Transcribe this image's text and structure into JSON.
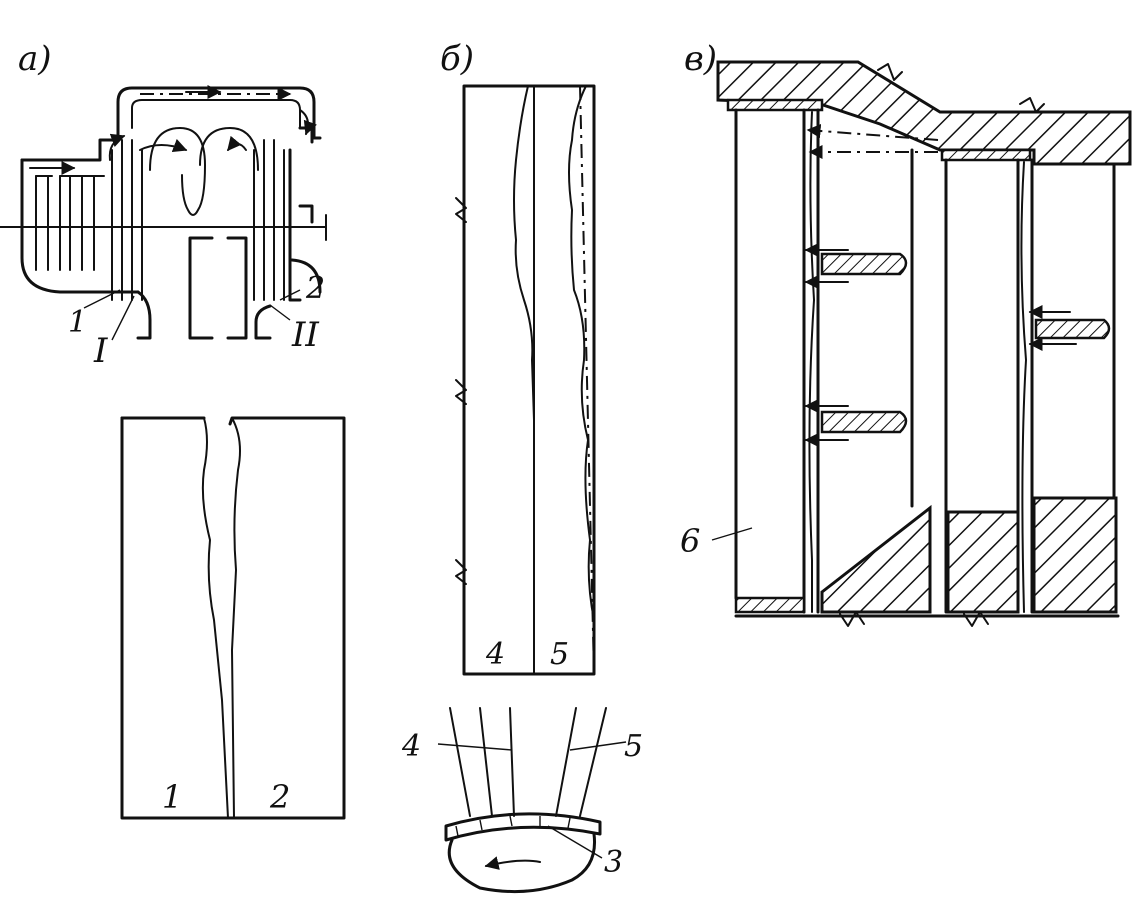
{
  "panels": {
    "a": {
      "label": "а)",
      "numerals": [
        "1",
        "2"
      ],
      "romans": [
        "I",
        "II"
      ],
      "strip_labels": [
        "1",
        "2"
      ]
    },
    "b": {
      "label": "б)",
      "strip_labels": [
        "4",
        "5"
      ],
      "detail_labels": [
        "4",
        "5",
        "3"
      ]
    },
    "c": {
      "label": "в)",
      "part_label": "6"
    }
  }
}
